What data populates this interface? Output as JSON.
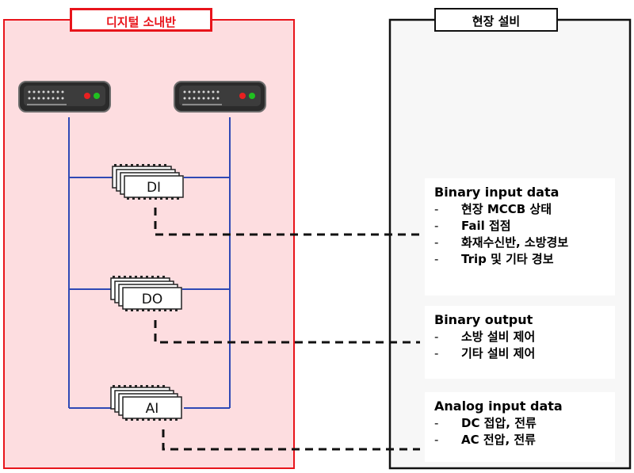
{
  "panels": {
    "left_title": "디지털 소내반",
    "right_title": "현장 설비"
  },
  "modules": {
    "di": "DI",
    "do": "DO",
    "ai": "AI"
  },
  "cards": {
    "binary_input": {
      "title": "Binary input data",
      "items": [
        "현장 MCCB 상태",
        "Fail 접점",
        "화재수신반, 소방경보",
        "Trip 및 기타 경보"
      ]
    },
    "binary_output": {
      "title": "Binary output",
      "items": [
        "소방 설비 제어",
        "기타 설비 제어"
      ]
    },
    "analog_input": {
      "title": "Analog input data",
      "items": [
        "DC 접압, 전류",
        "AC 전압, 전류"
      ]
    }
  },
  "list_bullet": "-",
  "colors": {
    "left_panel_fill": "#fddde0",
    "left_panel_border": "#e8141b",
    "bus_line": "#2f49b5",
    "dashed_link": "#111111"
  }
}
